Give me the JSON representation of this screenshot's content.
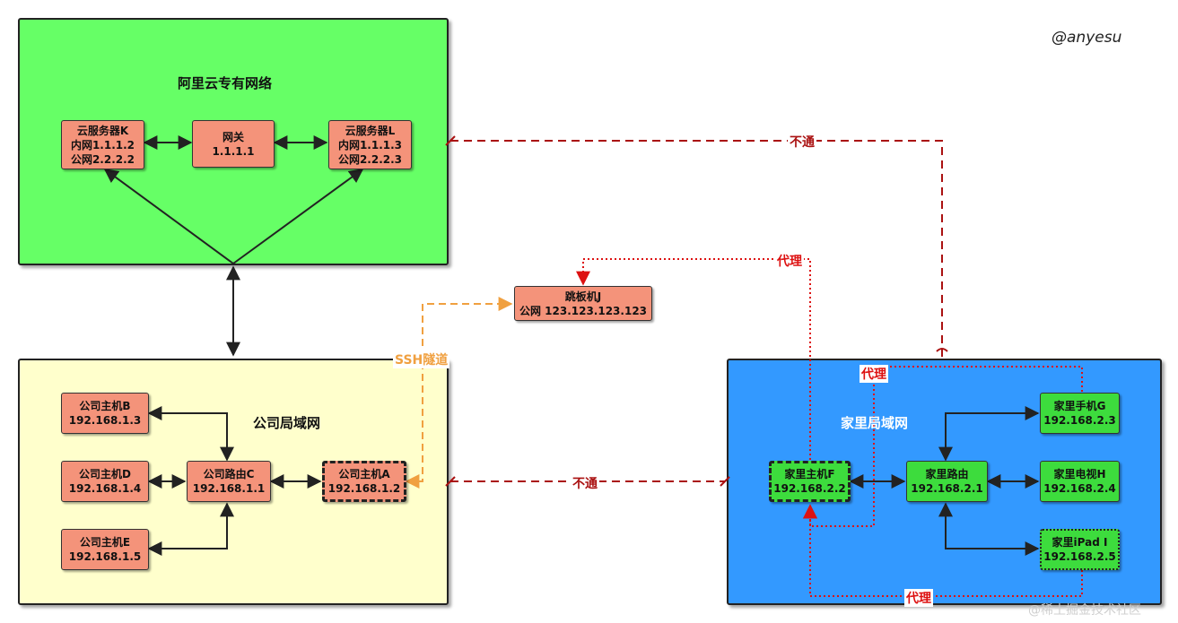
{
  "signature": "@anyesu",
  "watermark": "@稀土掘金技术社区",
  "colors": {
    "aliyun_zone": "#66ff66",
    "office_zone": "#ffffcc",
    "home_zone": "#3399ff",
    "salmon_node": "#f4937a",
    "green_node": "#3ddc3d",
    "blocked_line": "#aa1111",
    "proxy_line": "#dd1111",
    "ssh_line": "#f0a040"
  },
  "zones": {
    "aliyun": {
      "title": "阿里云专有网络"
    },
    "office": {
      "title": "公司局域网"
    },
    "home": {
      "title": "家里局域网"
    }
  },
  "nodes": {
    "server_k": {
      "line1": "云服务器K",
      "line2": "内网1.1.1.2",
      "line3": "公网2.2.2.2"
    },
    "gateway": {
      "line1": "网关",
      "line2": "1.1.1.1"
    },
    "server_l": {
      "line1": "云服务器L",
      "line2": "内网1.1.1.3",
      "line3": "公网2.2.2.3"
    },
    "jump_j": {
      "line1": "跳板机J",
      "line2": "公网 123.123.123.123"
    },
    "host_b": {
      "line1": "公司主机B",
      "line2": "192.168.1.3"
    },
    "host_d": {
      "line1": "公司主机D",
      "line2": "192.168.1.4"
    },
    "host_e": {
      "line1": "公司主机E",
      "line2": "192.168.1.5"
    },
    "router_c": {
      "line1": "公司路由C",
      "line2": "192.168.1.1"
    },
    "host_a": {
      "line1": "公司主机A",
      "line2": "192.168.1.2"
    },
    "home_f": {
      "line1": "家里主机F",
      "line2": "192.168.2.2"
    },
    "home_router": {
      "line1": "家里路由",
      "line2": "192.168.2.1"
    },
    "phone_g": {
      "line1": "家里手机G",
      "line2": "192.168.2.3"
    },
    "tv_h": {
      "line1": "家里电视H",
      "line2": "192.168.2.4"
    },
    "ipad_i": {
      "line1": "家里iPad I",
      "line2": "192.168.2.5"
    }
  },
  "link_labels": {
    "blocked_top": "不通",
    "blocked_mid": "不通",
    "proxy_jump": "代理",
    "proxy_home_top": "代理",
    "proxy_home_bottom": "代理",
    "ssh_tunnel": "SSH隧道"
  }
}
